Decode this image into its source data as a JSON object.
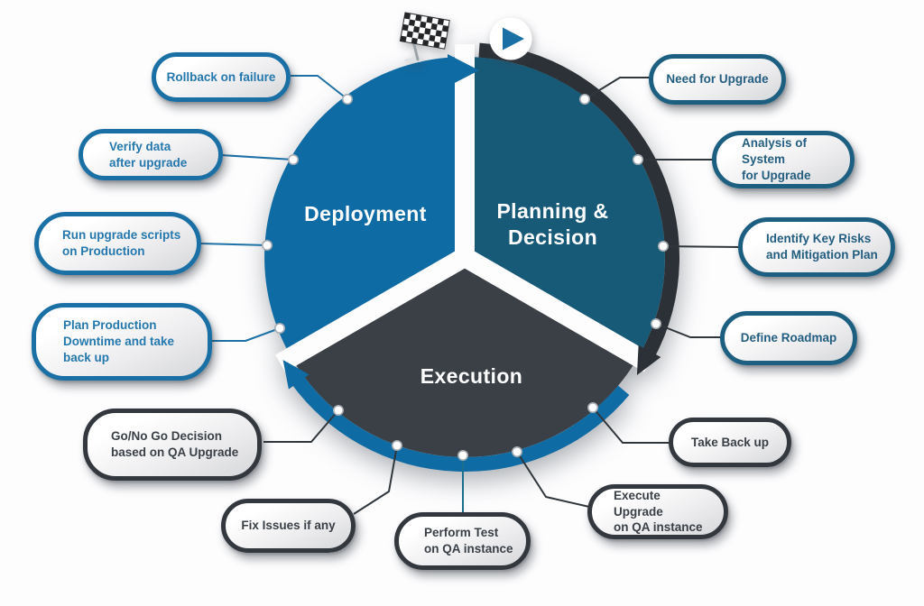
{
  "diagram": {
    "segments": [
      {
        "id": "deployment",
        "label": "Deployment",
        "color": "#0f6ba3"
      },
      {
        "id": "planning",
        "label": "Planning &\nDecision",
        "color": "#175a78"
      },
      {
        "id": "execution",
        "label": "Execution",
        "color": "#3a4046"
      }
    ],
    "callouts": {
      "deployment": [
        {
          "label": "Rollback on failure"
        },
        {
          "label": "Verify data\nafter upgrade"
        },
        {
          "label": "Run upgrade scripts\non Production"
        },
        {
          "label": "Plan Production\nDowntime and take\nback up"
        }
      ],
      "planning": [
        {
          "label": "Need for Upgrade"
        },
        {
          "label": "Analysis of System\nfor Upgrade"
        },
        {
          "label": "Identify Key Risks\nand Mitigation Plan"
        },
        {
          "label": "Define Roadmap"
        }
      ],
      "execution": [
        {
          "label": "Take Back up"
        },
        {
          "label": "Execute Upgrade\non QA instance"
        },
        {
          "label": "Perform Test\non QA instance"
        },
        {
          "label": "Fix Issues if any"
        },
        {
          "label": "Go/No Go Decision\nbased on QA Upgrade"
        }
      ]
    },
    "icons": {
      "finish_flag": "finish-flag-icon",
      "play": "play-icon"
    },
    "colors": {
      "deployment_blue": "#0f6ba3",
      "planning_teal": "#175a78",
      "execution_charcoal": "#3a4046",
      "rim_dark": "#2b3136",
      "callout_blue_border": "#1a70a4",
      "callout_teal_border": "#1d5f80",
      "callout_dark_border": "#33383e",
      "connector_blue": "#1d71a6",
      "connector_dark": "#2f363c",
      "connector_teal": "#1b6f8e"
    }
  }
}
